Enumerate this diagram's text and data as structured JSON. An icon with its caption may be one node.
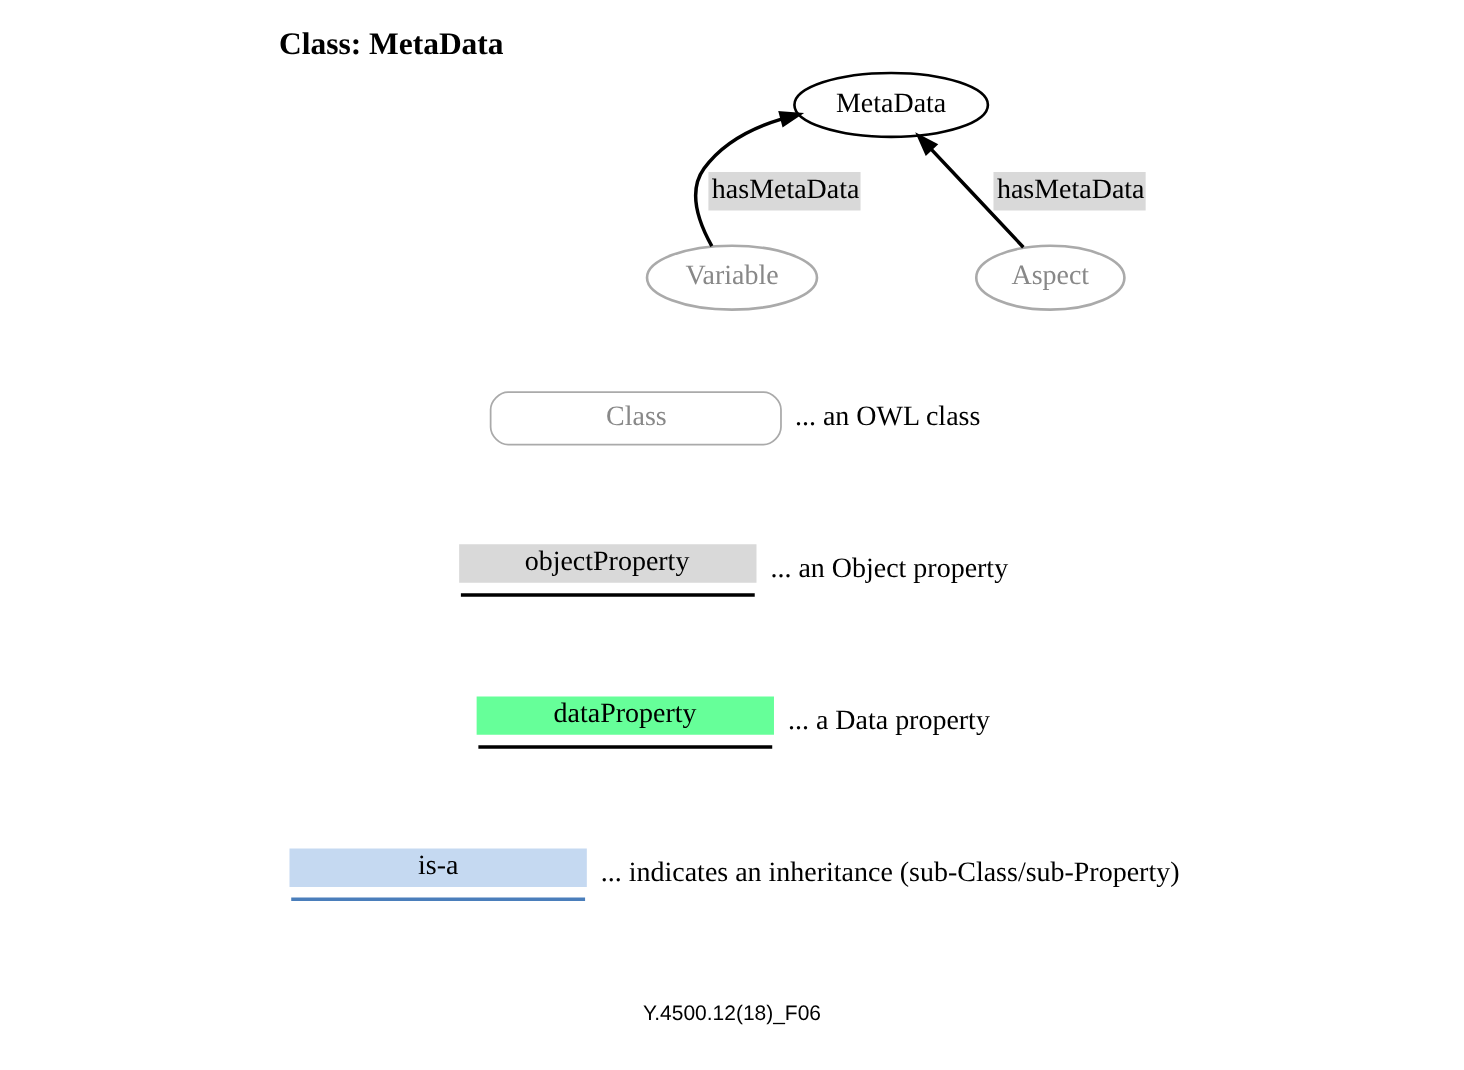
{
  "diagram": {
    "title": "Class: MetaData",
    "nodes": [
      {
        "text": [
          "MetaData"
        ]
      },
      {
        "text": [
          "Variable"
        ]
      },
      {
        "text": [
          "Aspect"
        ]
      }
    ],
    "edges": [
      {
        "from": 1,
        "to": 0,
        "arrow": "to",
        "label": "hasMetaData"
      },
      {
        "from": 2,
        "to": 0,
        "arrow": "to",
        "label": "hasMetaData"
      }
    ],
    "labels": [
      "Class",
      "objectProperty",
      "dataProperty",
      "is-a",
      "Y.4500.12(18)_F06"
    ],
    "legend": [
      {
        "text": "... an OWL class"
      },
      {
        "text": "... an Object property"
      },
      {
        "text": "... a Data property"
      },
      {
        "text": "... indicates an inheritance (sub-Class/sub-Property)"
      }
    ]
  }
}
